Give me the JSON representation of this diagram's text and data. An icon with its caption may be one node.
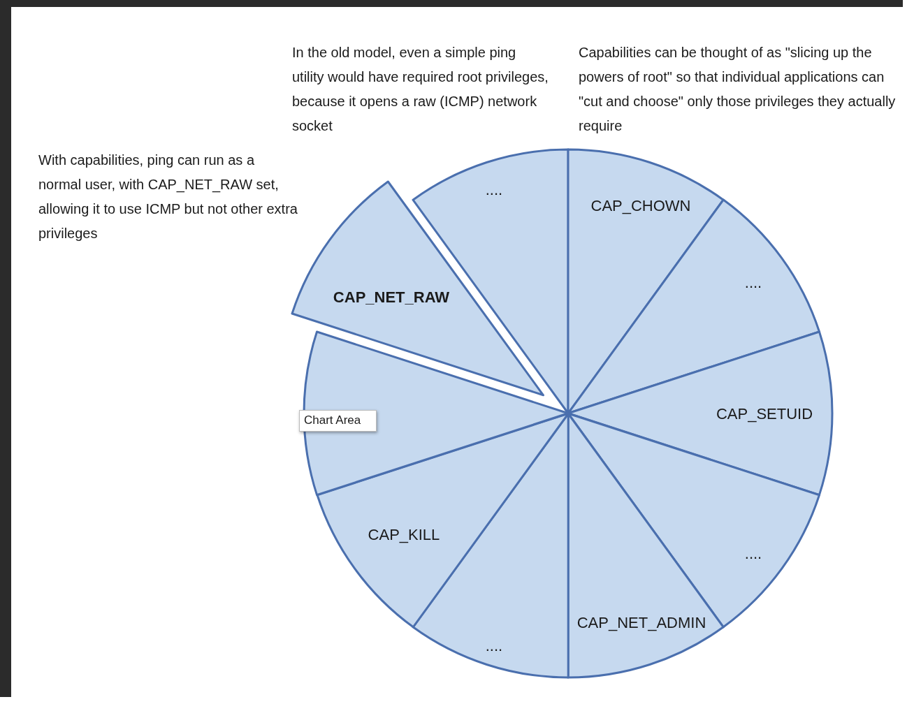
{
  "diagram": {
    "nodes": [
      {
        "text": [
          "...."
        ]
      },
      {
        "text": [
          "CAP_CHOWN"
        ]
      },
      {
        "text": [
          "...."
        ]
      },
      {
        "text": [
          "CAP_SETUID"
        ]
      },
      {
        "text": [
          "...."
        ]
      },
      {
        "text": [
          "CAP_NET_ADMIN"
        ]
      },
      {
        "text": [
          "...."
        ]
      },
      {
        "text": [
          "CAP_KILL"
        ]
      },
      {
        "text": [],
        "shape": "slice"
      },
      {
        "text": [
          "CAP_NET_RAW"
        ]
      },
      {
        "text": [
          "Chart Area"
        ]
      }
    ],
    "labels": [
      "In the old model, even a simple ping utility would have required root privileges, because it opens a raw (ICMP) network socket",
      "Capabilities can be thought of as \"slicing up the powers of root\" so that individual applications can \"cut and choose\" only those privileges they actually require",
      "With capabilities, ping can run as a normal user, with CAP_NET_RAW set, allowing it to use ICMP but not other extra privileges"
    ]
  }
}
